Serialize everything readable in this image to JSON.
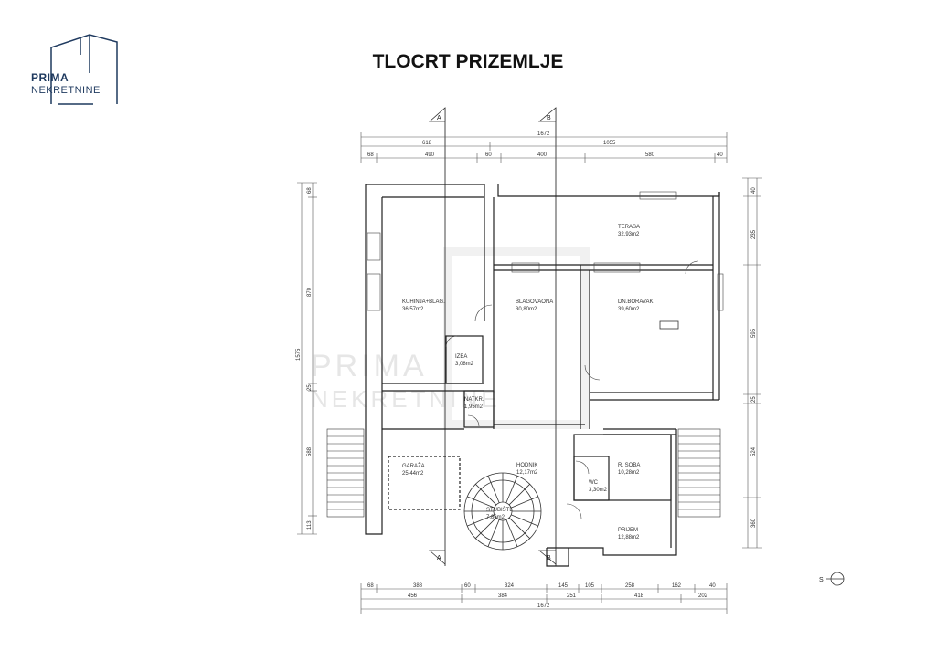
{
  "logo": {
    "line1": "PRIMA",
    "line2": "NEKRETNINE"
  },
  "title": "TLOCRT PRIZEMLJE",
  "watermark": {
    "line1": "PRIMA",
    "line2": "NEKRETNINE"
  },
  "sections": {
    "a_top": "A",
    "b_top": "B",
    "a_bottom": "A",
    "b_bottom": "B"
  },
  "rooms": {
    "terasa": {
      "name": "TERASA",
      "area": "32,93m2"
    },
    "kuhinja": {
      "name": "KUHINJA+BLAG.",
      "area": "36,57m2"
    },
    "blagovaonica": {
      "name": "BLAGOVAONA",
      "area": "30,80m2"
    },
    "dnevni": {
      "name": "DN.BORAVAK",
      "area": "39,60m2"
    },
    "izba": {
      "name": "IZBA",
      "area": "3,08m2"
    },
    "natkrito": {
      "name": "NATKR.",
      "area": "1,95m2"
    },
    "garaza": {
      "name": "GARAŽA",
      "area": "25,44m2"
    },
    "hodnik": {
      "name": "HODNIK",
      "area": "12,17m2"
    },
    "stubiste": {
      "name": "STUBIŠTE",
      "area": "7,86m2"
    },
    "soba": {
      "name": "R. SOBA",
      "area": "10,28m2"
    },
    "wc": {
      "name": "WC",
      "area": "3,30m2"
    },
    "prijem": {
      "name": "PRIJEM",
      "area": "12,88m2"
    }
  },
  "dims": {
    "top_total": "1672",
    "top_l2": [
      "618",
      "1055"
    ],
    "top_l3": [
      "68",
      "490",
      "60",
      "400",
      "580",
      "40"
    ],
    "bottom_l1": [
      "68",
      "388",
      "60",
      "324",
      "145",
      "105",
      "258",
      "162",
      "40"
    ],
    "bottom_l2": [
      "456",
      "384",
      "251",
      "418",
      "202"
    ],
    "bottom_total": "1672",
    "left_total": "1575",
    "left_parts": [
      "68",
      "870",
      "25",
      "588",
      "113"
    ],
    "right_parts": [
      "40",
      "235",
      "595",
      "25",
      "524",
      "360"
    ]
  },
  "compass": {
    "label": "S"
  }
}
